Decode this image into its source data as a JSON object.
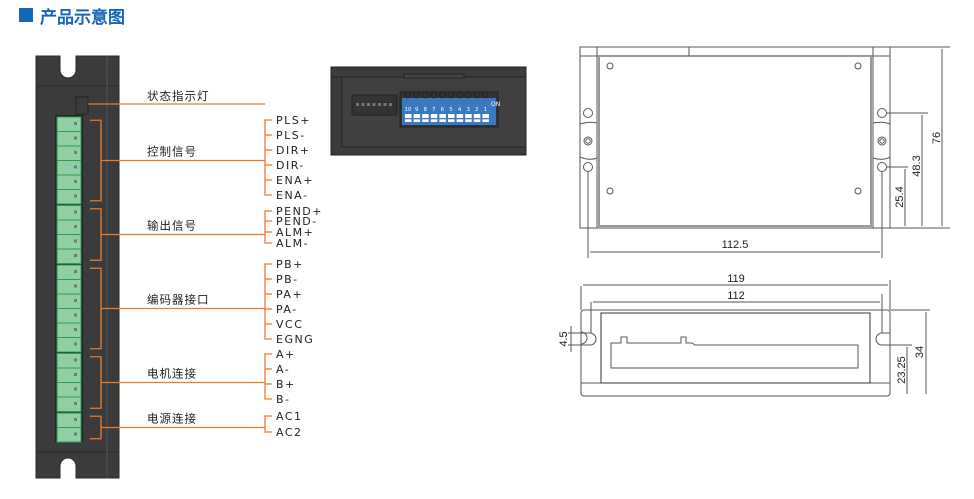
{
  "header": {
    "title": "产品示意图",
    "accent_color": "#1467b8"
  },
  "connector_diagram": {
    "line_color": "#f07a26",
    "groups": [
      {
        "label": "状态指示灯",
        "pins": []
      },
      {
        "label": "控制信号",
        "pins": [
          "PLS+",
          "PLS-",
          "DIR+",
          "DIR-",
          "ENA+",
          "ENA-"
        ]
      },
      {
        "label": "输出信号",
        "pins": [
          "PEND+",
          "PEND-",
          "ALM+",
          "ALM-"
        ]
      },
      {
        "label": "编码器接口",
        "pins": [
          "PB+",
          "PB-",
          "PA+",
          "PA-",
          "VCC",
          "EGNG"
        ]
      },
      {
        "label": "电机连接",
        "pins": [
          "A+",
          "A-",
          "B+",
          "B-"
        ]
      },
      {
        "label": "电源连接",
        "pins": [
          "AC1",
          "AC2"
        ]
      }
    ]
  },
  "dip_switch": {
    "numbers": [
      "10",
      "9",
      "8",
      "7",
      "6",
      "5",
      "4",
      "3",
      "2",
      "1"
    ],
    "on_label": "ON",
    "color": "#3a78c0"
  },
  "top_view_dims": {
    "height": "76",
    "hole_upper": "48.3",
    "hole_lower": "25.4",
    "hole_span": "112.5"
  },
  "side_view_dims": {
    "overall_width": "119",
    "inner_width": "112",
    "slot": "4.5",
    "slot_height": "23.25",
    "height": "34"
  }
}
